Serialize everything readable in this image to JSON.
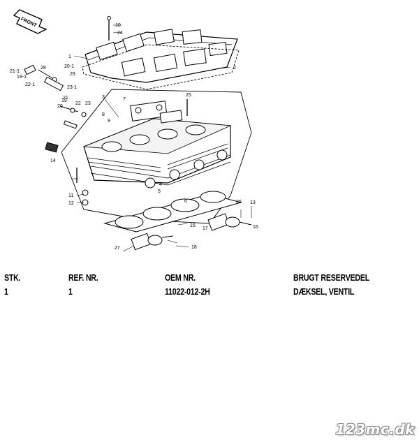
{
  "diagram": {
    "front_badge": "FRONT",
    "callouts": [
      "1",
      "2",
      "3",
      "4",
      "5",
      "6",
      "7",
      "8",
      "9",
      "10",
      "11",
      "12",
      "13",
      "14",
      "15",
      "16",
      "17",
      "18",
      "19",
      "19-1",
      "20",
      "20-1",
      "21",
      "21-1",
      "22",
      "22-1",
      "23",
      "23-1",
      "24",
      "25",
      "26",
      "27",
      "28",
      "29"
    ]
  },
  "table": {
    "headers": [
      "STK.",
      "REF. NR.",
      "OEM NR.",
      "BRUGT RESERVEDEL"
    ],
    "rows": [
      [
        "1",
        "1",
        "11022-012-2H",
        "DÆKSEL, VENTIL"
      ]
    ]
  },
  "watermark": "123mc.dk"
}
